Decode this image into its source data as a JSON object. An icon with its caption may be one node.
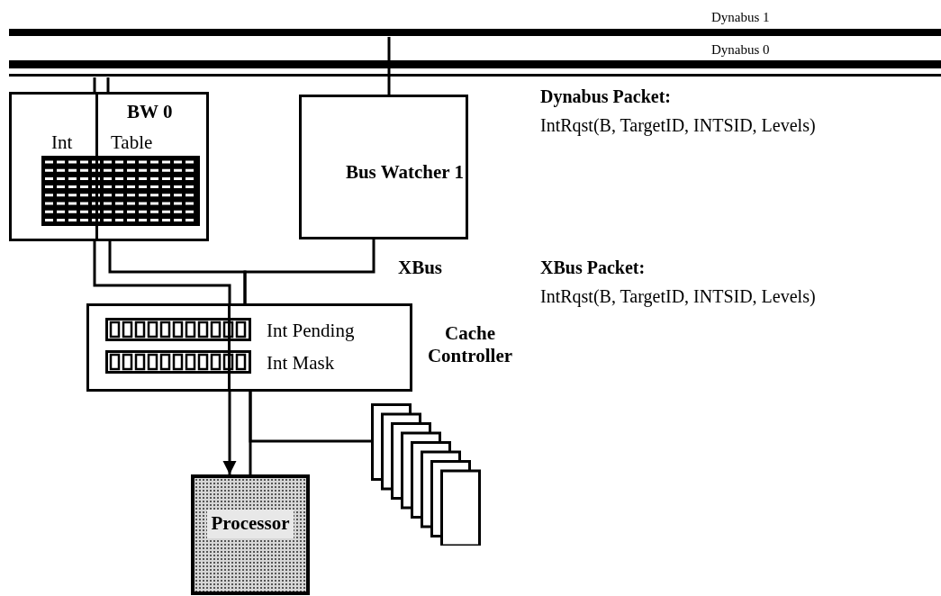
{
  "diagram": {
    "nodes": [
      {
        "text": [
          "Dynabus 1"
        ]
      },
      {
        "text": [
          "Dynabus 0"
        ]
      },
      {
        "text": [
          "BW 0",
          "Int",
          "Table"
        ]
      },
      {
        "text": [
          "Bus Watcher 1"
        ]
      },
      {
        "text": [
          "Int Pending",
          "Int Mask"
        ],
        "beside": [
          "Cache Controller"
        ]
      },
      {
        "text": [
          "Processor"
        ]
      },
      {
        "text": [],
        "shape": "box"
      }
    ],
    "edges": [
      {
        "from": 1,
        "to": 2,
        "arrow": "none"
      },
      {
        "from": 1,
        "to": 2,
        "arrow": "none"
      },
      {
        "from": 2,
        "to": 4,
        "arrow": "none"
      },
      {
        "from": 4,
        "to": 5,
        "arrow": "to"
      },
      {
        "from": 0,
        "to": 3,
        "arrow": "none"
      },
      {
        "from": 2,
        "to": 4,
        "arrow": "none"
      },
      {
        "from": 3,
        "to": 4,
        "arrow": "none"
      },
      {
        "from": 4,
        "to": 5,
        "arrow": "none"
      },
      {
        "from": 4,
        "to": 6,
        "arrow": "none"
      }
    ],
    "labels": [
      "Dynabus Packet:",
      "IntRqst(B, TargetID, INTSID, Levels)",
      "XBus",
      "XBus Packet:",
      "IntRqst(B, TargetID, INTSID, Levels)"
    ]
  }
}
